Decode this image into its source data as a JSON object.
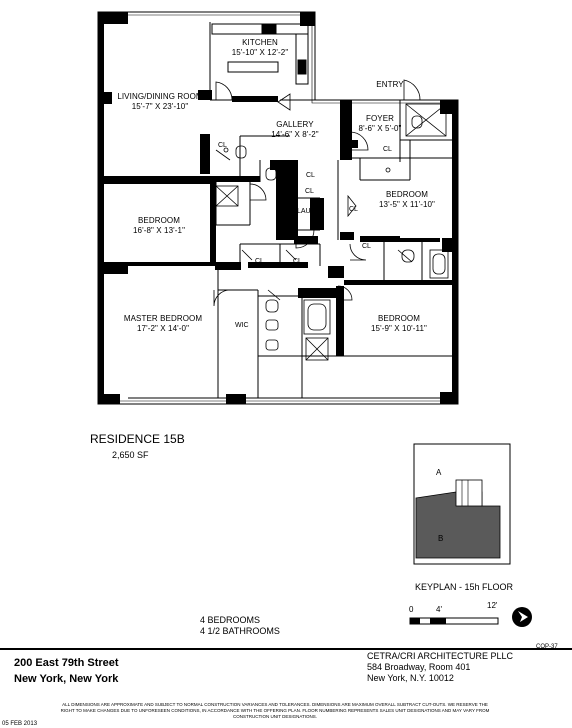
{
  "rooms": {
    "kitchen": {
      "name": "KITCHEN",
      "dim": "15'-10\" X 12'-2\""
    },
    "living": {
      "name": "LIVING/DINING ROOM",
      "dim": "15'-7\" X 23'-10\""
    },
    "gallery": {
      "name": "GALLERY",
      "dim": "14'-6\" X 8'-2\""
    },
    "foyer": {
      "name": "FOYER",
      "dim": "8'-6\" X 5'-0\""
    },
    "entry": {
      "name": "ENTRY"
    },
    "bedroom_ne": {
      "name": "BEDROOM",
      "dim": "13'-5\" X 11'-10\""
    },
    "bedroom_w": {
      "name": "BEDROOM",
      "dim": "16'-8\" X 13'-1\""
    },
    "master": {
      "name": "MASTER BEDROOM",
      "dim": "17'-2\" X 14'-0\""
    },
    "bedroom_se": {
      "name": "BEDROOM",
      "dim": "15'-9\" X 10'-11\""
    }
  },
  "small_labels": {
    "closet": "CL",
    "laundry": "LAUND",
    "wic": "WIC"
  },
  "residence": {
    "title": "RESIDENCE 15B",
    "area": "2,650 SF"
  },
  "keyplan": {
    "label": "KEYPLAN - 15h FLOOR",
    "a": "A",
    "b": "B",
    "scale_0": "0",
    "scale_4": "4'",
    "scale_12": "12'"
  },
  "counts": {
    "bedrooms": "4 BEDROOMS",
    "bathrooms": "4 1/2 BATHROOMS"
  },
  "address": {
    "line1": "200 East 79th Street",
    "line2": "New York, New York"
  },
  "architect": {
    "name": "CETRA/CRI ARCHITECTURE PLLC",
    "street": "584 Broadway, Room 401",
    "city": "New York, N.Y. 10012"
  },
  "sheet_no": "COP-37",
  "disclaimer": "ALL DIMENSIONS ARE APPROXIMATE AND SUBJECT TO NORMAL CONSTRUCTION VARIANCES AND TOLERANCES. DIMENSIONS ARE MAXIMUM OVERALL SUBTRACT CUT-OUTS. WE RESERVE THE RIGHT TO MAKE CHANGES DUE TO UNFORESEEN CONDITIONS, IN ACCORDANCE WITH THE OFFERING PLAN. FLOOR NUMBERING REPRESENTS SALES UNIT DESIGNATIONS AND MAY VARY FROM CONSTRUCTION UNIT DESIGNATIONS.",
  "date": "05 FEB 2013",
  "colors": {
    "ink": "#000000",
    "unit_b_fill": "#5a5a5a"
  }
}
